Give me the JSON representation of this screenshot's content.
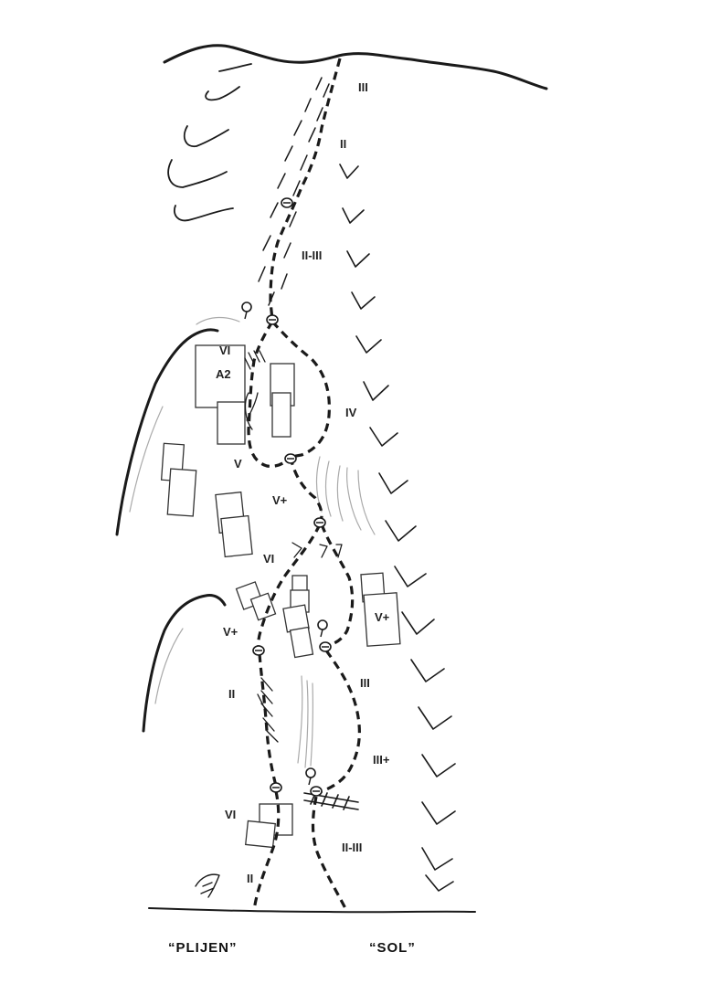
{
  "topo": {
    "grades": {
      "top_gully": "III",
      "upper_gully": "II",
      "mid_gully": "II-III",
      "left_crux_upper": "VI",
      "left_crux_aid": "A2",
      "right_pillar": "IV",
      "left_below_pillar": "V",
      "ledge_step": "V+",
      "traverse_crux": "VI",
      "right_block": "V+",
      "left_lower": "V+",
      "left_chimney": "II",
      "right_lower": "III",
      "right_lower_plus": "III+",
      "bottom_left_block": "VI",
      "bottom_right": "II-III",
      "bottom_left": "II"
    },
    "routes": [
      {
        "name": "“PLIJEN”"
      },
      {
        "name": "“SOL”"
      }
    ]
  }
}
